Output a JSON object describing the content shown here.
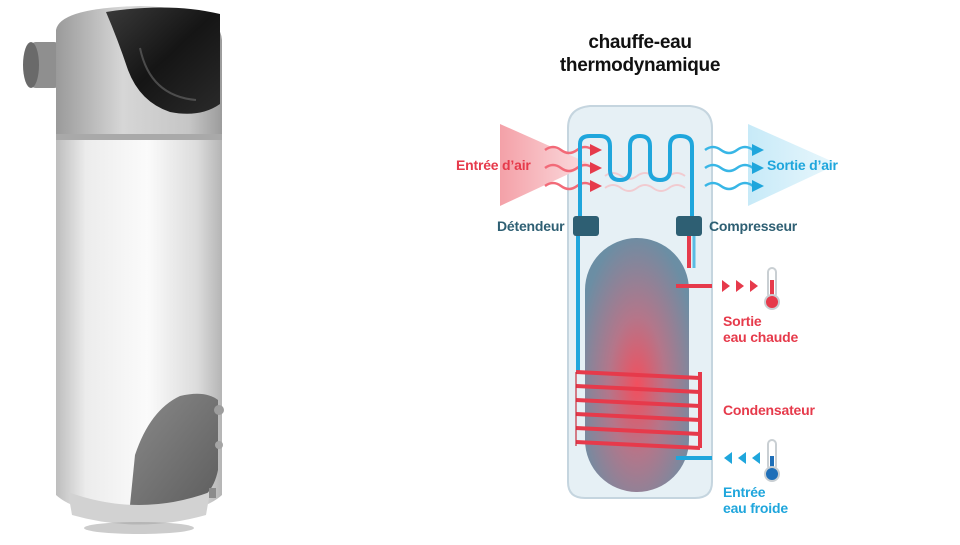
{
  "title": {
    "line1": "chauffe-eau",
    "line2": "thermodynamique"
  },
  "labels": {
    "air_in": "Entrée d’air",
    "air_out": "Sortie d’air",
    "expansion_valve": "Détendeur",
    "compressor": "Compresseur",
    "hot_water_out_1": "Sortie",
    "hot_water_out_2": "eau chaude",
    "condenser": "Condensateur",
    "cold_water_in_1": "Entrée",
    "cold_water_in_2": "eau froide"
  },
  "colors": {
    "hot": "#e63a4b",
    "cold": "#1fa6dc",
    "component": "#2e5f73",
    "tank": "#6f8fa5"
  },
  "icons": [
    "hot-thermometer-icon",
    "cold-thermometer-icon",
    "air-in-arrow-icon",
    "air-out-arrow-icon"
  ]
}
